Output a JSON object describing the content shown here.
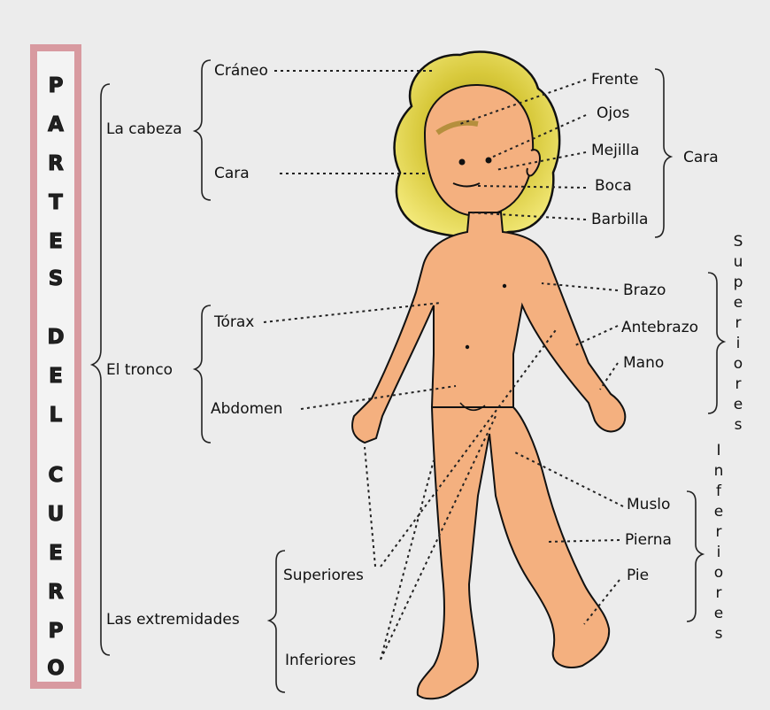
{
  "vertical_title": {
    "letters": [
      "P",
      "A",
      "R",
      "T",
      "E",
      "S",
      "D",
      "E",
      "L",
      "C",
      "U",
      "E",
      "R",
      "P",
      "O"
    ]
  },
  "groups": {
    "head": "La cabeza",
    "trunk": "El tronco",
    "limbs": "Las extremidades"
  },
  "head_parts": {
    "skull": "Cráneo",
    "face": "Cara"
  },
  "trunk_parts": {
    "thorax": "Tórax",
    "abdomen": "Abdomen"
  },
  "limb_parts": {
    "upper": "Superiores",
    "lower": "Inferiores"
  },
  "face_parts": {
    "items": [
      "Frente",
      "Ojos",
      "Mejilla",
      "Boca",
      "Barbilla"
    ],
    "group_label": "Cara"
  },
  "upper_limb_parts": {
    "items": [
      "Brazo",
      "Antebrazo",
      "Mano"
    ],
    "group_label": "Superiores"
  },
  "lower_limb_parts": {
    "items": [
      "Muslo",
      "Pierna",
      "Pie"
    ],
    "group_label": "Inferiores"
  },
  "colors": {
    "skin": "#f4b07f",
    "hair": "#e6d44a",
    "hair_dark": "#b9a41f",
    "band": "#d89aa0"
  }
}
